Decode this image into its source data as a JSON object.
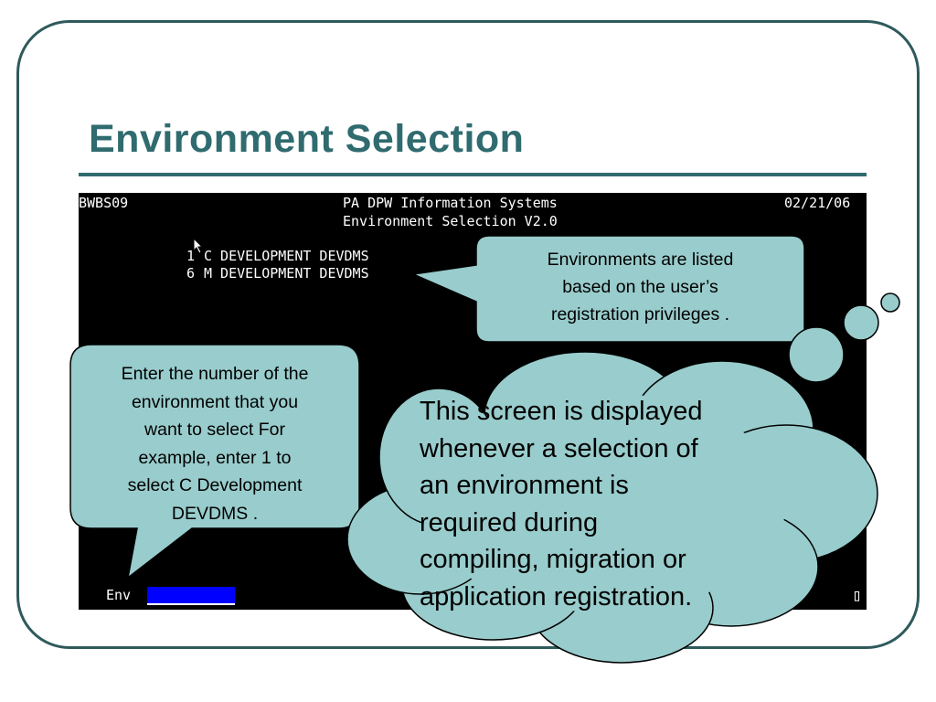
{
  "slide": {
    "title": "Environment Selection"
  },
  "terminal": {
    "program_id": "BWBS09",
    "system_name": "PA DPW Information Systems",
    "screen_name": "Environment Selection V2.0",
    "date": "02/21/06",
    "environments": [
      {
        "number": "1",
        "label": "C DEVELOPMENT DEVDMS"
      },
      {
        "number": "6",
        "label": "M DEVELOPMENT DEVDMS"
      }
    ],
    "env_prompt_label": "Env",
    "env_input_value": "",
    "corner_glyph": "▯"
  },
  "callouts": {
    "top_right": "Environments are listed based on the user’s registration privileges .",
    "left_lines": [
      "Enter the number of the",
      "environment that you",
      "want to select  For",
      "example, enter 1 to",
      "select C Development",
      "DEVDMS ."
    ],
    "top_right_lines": [
      "Environments are listed",
      "based on the user’s",
      "registration privileges ."
    ],
    "cloud_lines": [
      "This screen is displayed",
      "whenever a selection of",
      "an environment is",
      "required during",
      "compiling, migration or",
      "application registration."
    ]
  },
  "colors": {
    "frame": "#2f5a5c",
    "title": "#2f6b6f",
    "callout_fill": "#99cccc",
    "terminal_bg": "#000000",
    "input_fill": "#0000ff"
  },
  "icons": {
    "cursor": "mouse-pointer-icon",
    "corner": "block-glyph-icon"
  }
}
